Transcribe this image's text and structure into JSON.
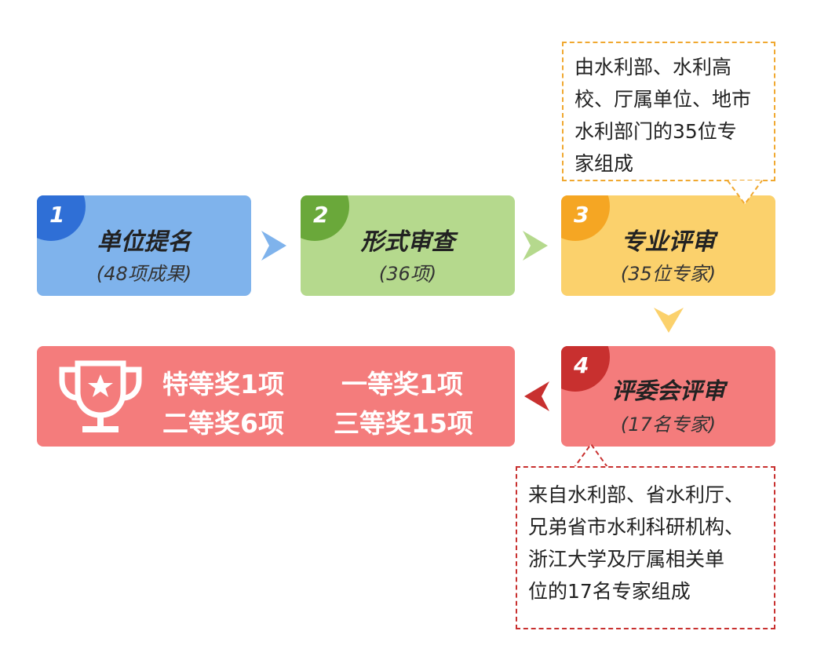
{
  "steps": [
    {
      "num": "1",
      "title": "单位提名",
      "sub": "(48项成果)"
    },
    {
      "num": "2",
      "title": "形式审查",
      "sub": "(36项)"
    },
    {
      "num": "3",
      "title": "专业评审",
      "sub": "(35位专家)"
    },
    {
      "num": "4",
      "title": "评委会评审",
      "sub": "(17名专家)"
    }
  ],
  "notes": {
    "expert_panel": [
      "由水利部、水利高",
      "校、厅属单位、地市",
      "水利部门的35位专",
      "家组成"
    ],
    "committee": [
      "来自水利部、省水利厅、",
      "兄弟省市水利科研机构、",
      "浙江大学及厅属相关单",
      "位的17名专家组成"
    ]
  },
  "awards": {
    "special": "特等奖1项",
    "first": "一等奖1项",
    "second": "二等奖6项",
    "third": "三等奖15项"
  },
  "colors": {
    "step1_bg": "#7fb3ec",
    "step1_badge": "#2f6fd6",
    "step2_bg": "#b5d98d",
    "step2_badge": "#6aa83a",
    "step3_bg": "#fbd16c",
    "step3_badge": "#f5a623",
    "step4_bg": "#f47c7c",
    "step4_badge": "#c8302f",
    "result_bg": "#f47c7c"
  },
  "icons": [
    "trophy-star-icon"
  ]
}
